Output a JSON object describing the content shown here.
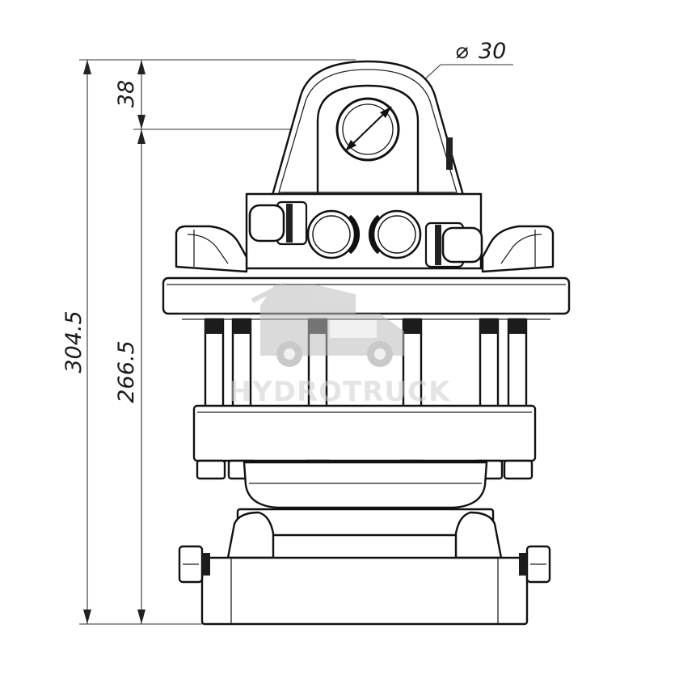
{
  "dimensions": {
    "overall_height": "304.5",
    "lower_height": "266.5",
    "top_offset": "38",
    "pin_diameter": "30",
    "diameter_symbol": "⌀"
  },
  "watermark": {
    "brand": "HYDROTRUCK",
    "logo_icon": "tow-truck-icon"
  }
}
